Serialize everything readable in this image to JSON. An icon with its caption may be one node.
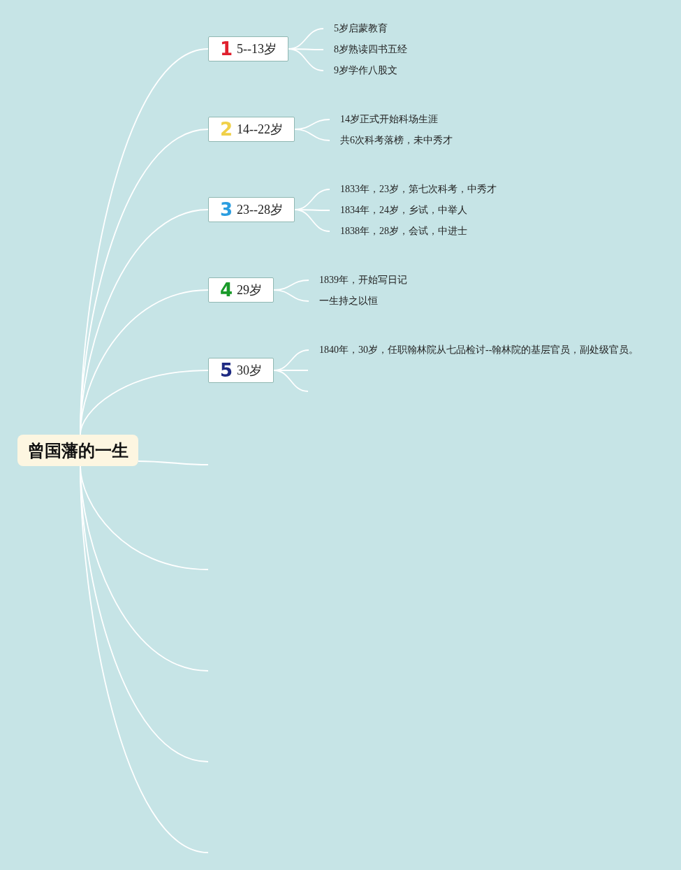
{
  "diagram": {
    "nodes": [
      {
        "text": [
          "曾国藩的一生"
        ]
      },
      {
        "text": [
          "1",
          "5--13岁"
        ]
      },
      {
        "text": [
          "2",
          "14--22岁"
        ]
      },
      {
        "text": [
          "3",
          "23--28岁"
        ]
      },
      {
        "text": [
          "4",
          "29岁"
        ]
      },
      {
        "text": [
          "5",
          "30岁"
        ]
      },
      {
        "text": [
          "5岁启蒙教育"
        ]
      },
      {
        "text": [
          "8岁熟读四书五经"
        ]
      },
      {
        "text": [
          "9岁学作八股文"
        ]
      },
      {
        "text": [
          "14岁正式开始科场生涯"
        ]
      },
      {
        "text": [
          "共6次科考落榜，未中秀才"
        ]
      },
      {
        "text": [
          "1833年，23岁，第七次科考，中秀才"
        ]
      },
      {
        "text": [
          "1834年，24岁，乡试，中举人"
        ]
      },
      {
        "text": [
          "1838年，28岁，会试，中进士"
        ]
      },
      {
        "text": [
          "1839年，开始写日记"
        ]
      },
      {
        "text": [
          "一生持之以恒"
        ]
      },
      {
        "text": [
          "1840年，30岁，任职翰林院从七品检讨--翰林院的基层官员，副处级官员。"
        ]
      }
    ],
    "edges": [
      {
        "from": 0,
        "to": 1,
        "arrow": "none"
      },
      {
        "from": 0,
        "to": 2,
        "arrow": "none"
      },
      {
        "from": 0,
        "to": 3,
        "arrow": "none"
      },
      {
        "from": 0,
        "to": 4,
        "arrow": "none"
      },
      {
        "from": 0,
        "to": 5,
        "arrow": "none"
      },
      {
        "from": 0,
        "to": null,
        "arrow": "none"
      },
      {
        "from": 0,
        "to": null,
        "arrow": "none"
      },
      {
        "from": 0,
        "to": null,
        "arrow": "none"
      },
      {
        "from": 0,
        "to": null,
        "arrow": "none"
      },
      {
        "from": 0,
        "to": null,
        "arrow": "none"
      },
      {
        "from": 1,
        "to": 6,
        "arrow": "none"
      },
      {
        "from": 1,
        "to": 7,
        "arrow": "none"
      },
      {
        "from": 1,
        "to": 8,
        "arrow": "none"
      },
      {
        "from": 2,
        "to": 9,
        "arrow": "none"
      },
      {
        "from": 2,
        "to": 10,
        "arrow": "none"
      },
      {
        "from": 3,
        "to": 11,
        "arrow": "none"
      },
      {
        "from": 3,
        "to": 12,
        "arrow": "none"
      },
      {
        "from": 3,
        "to": 13,
        "arrow": "none"
      },
      {
        "from": 4,
        "to": 14,
        "arrow": "none"
      },
      {
        "from": 4,
        "to": 15,
        "arrow": "none"
      },
      {
        "from": 5,
        "to": 16,
        "arrow": "none"
      },
      {
        "from": 5,
        "to": null,
        "arrow": "none"
      },
      {
        "from": 5,
        "to": null,
        "arrow": "none"
      }
    ]
  }
}
